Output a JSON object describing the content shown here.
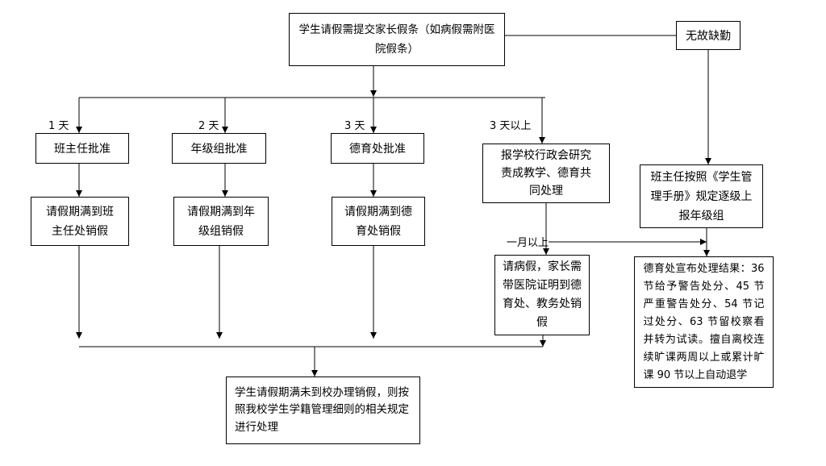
{
  "nodes": {
    "submit_note": "学生请假需提交家长假条（如病假需附医院假条）",
    "absent_without_reason": "无故缺勤",
    "head_teacher_approve": "班主任批准",
    "grade_group_approve": "年级组批准",
    "moral_office_approve": "德育处批准",
    "admin_meeting": "报学校行政会研究责成教学、德育共同处理",
    "report_grade_group": "班主任按照《学生管理手册》规定逐级上报年级组",
    "cancel_at_head_teacher": "请假期满到班主任处销假",
    "cancel_at_grade_group": "请假期满到年级组销假",
    "cancel_at_moral_office": "请假期满到德育处销假",
    "sick_leave_cancel": "请病假，家长需带医院证明到德育处、教务处销假",
    "punishment_result": "德育处宣布处理结果：36 节给予警告处分、45 节严重警告处分、54 节记过处分、63 节留校察看并转为试读。擅自离校连续旷课两周以上或累计旷课 90 节以上自动退学",
    "overdue_handling": "学生请假期满未到校办理销假，则按照我校学生学籍管理细则的相关规定进行处理"
  },
  "edge_labels": {
    "one_day": "1 天",
    "two_days": "2 天",
    "three_days": "3 天",
    "over_three_days": "3 天以上",
    "over_one_month": "一月以上"
  },
  "colors": {
    "line": "#000000",
    "box_border": "#000000",
    "background": "#ffffff"
  }
}
